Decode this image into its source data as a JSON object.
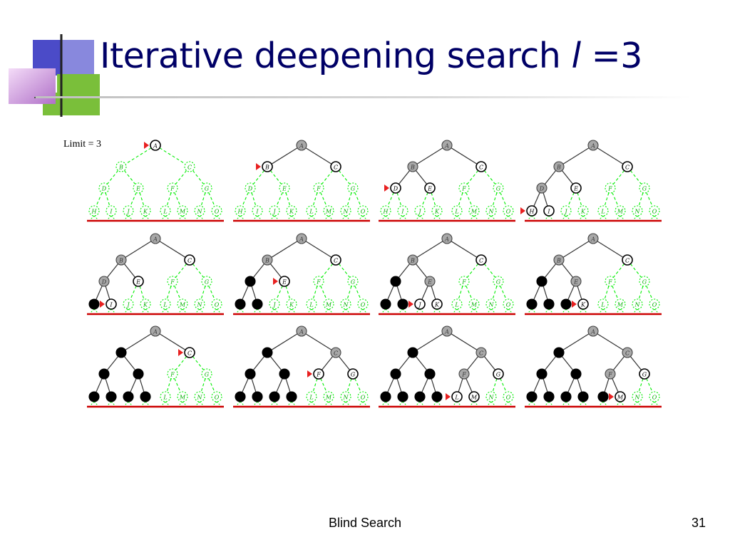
{
  "slide": {
    "title_main": "Iterative deepening search ",
    "title_var": "l",
    "title_rest": " =3",
    "limit_label": "Limit = 3",
    "footer": "Blind Search",
    "page_number": "31"
  },
  "tree": {
    "nodes": [
      "A",
      "B",
      "C",
      "D",
      "E",
      "F",
      "G",
      "H",
      "I",
      "J",
      "K",
      "L",
      "M",
      "N",
      "O"
    ]
  },
  "colors": {
    "title": "#000066",
    "frontier_line": "#00ee00",
    "baseline": "#cc0000",
    "visited_fill": "#a8a8a8",
    "expanded_fill": "#000000",
    "arrow": "#e82020"
  },
  "frames": [
    {
      "generated": [
        "A"
      ],
      "frontier": [
        "A"
      ],
      "expanded": [],
      "current": "A"
    },
    {
      "generated": [
        "A",
        "B",
        "C"
      ],
      "frontier": [
        "B",
        "C"
      ],
      "expanded": [],
      "current": "B"
    },
    {
      "generated": [
        "A",
        "B",
        "C",
        "D",
        "E"
      ],
      "frontier": [
        "D",
        "E",
        "C"
      ],
      "expanded": [],
      "current": "D"
    },
    {
      "generated": [
        "A",
        "B",
        "C",
        "D",
        "E",
        "H",
        "I"
      ],
      "frontier": [
        "H",
        "I",
        "E",
        "C"
      ],
      "expanded": [],
      "current": "H"
    },
    {
      "generated": [
        "A",
        "B",
        "C",
        "D",
        "E",
        "H",
        "I"
      ],
      "frontier": [
        "I",
        "E",
        "C"
      ],
      "expanded": [
        "H"
      ],
      "current": "I"
    },
    {
      "generated": [
        "A",
        "B",
        "C",
        "D",
        "E",
        "H",
        "I"
      ],
      "frontier": [
        "E",
        "C"
      ],
      "expanded": [
        "D",
        "H",
        "I"
      ],
      "current": "E"
    },
    {
      "generated": [
        "A",
        "B",
        "C",
        "D",
        "E",
        "H",
        "I",
        "J",
        "K"
      ],
      "frontier": [
        "J",
        "K",
        "C"
      ],
      "expanded": [
        "D",
        "H",
        "I"
      ],
      "current": "J"
    },
    {
      "generated": [
        "A",
        "B",
        "C",
        "D",
        "E",
        "H",
        "I",
        "J",
        "K"
      ],
      "frontier": [
        "K",
        "C"
      ],
      "expanded": [
        "D",
        "H",
        "I",
        "J"
      ],
      "current": "K"
    },
    {
      "generated": [
        "A",
        "B",
        "C",
        "D",
        "E",
        "H",
        "I",
        "J",
        "K"
      ],
      "frontier": [
        "C"
      ],
      "expanded": [
        "B",
        "D",
        "E",
        "H",
        "I",
        "J",
        "K"
      ],
      "current": "C"
    },
    {
      "generated": [
        "A",
        "B",
        "C",
        "D",
        "E",
        "H",
        "I",
        "J",
        "K",
        "F",
        "G"
      ],
      "frontier": [
        "F",
        "G"
      ],
      "expanded": [
        "B",
        "D",
        "E",
        "H",
        "I",
        "J",
        "K"
      ],
      "current": "F"
    },
    {
      "generated": [
        "A",
        "B",
        "C",
        "D",
        "E",
        "H",
        "I",
        "J",
        "K",
        "F",
        "G",
        "L",
        "M"
      ],
      "frontier": [
        "L",
        "M",
        "G"
      ],
      "expanded": [
        "B",
        "D",
        "E",
        "H",
        "I",
        "J",
        "K"
      ],
      "current": "L"
    },
    {
      "generated": [
        "A",
        "B",
        "C",
        "D",
        "E",
        "H",
        "I",
        "J",
        "K",
        "F",
        "G",
        "L",
        "M"
      ],
      "frontier": [
        "M",
        "G"
      ],
      "expanded": [
        "B",
        "D",
        "E",
        "H",
        "I",
        "J",
        "K",
        "L"
      ],
      "current": "M"
    }
  ]
}
